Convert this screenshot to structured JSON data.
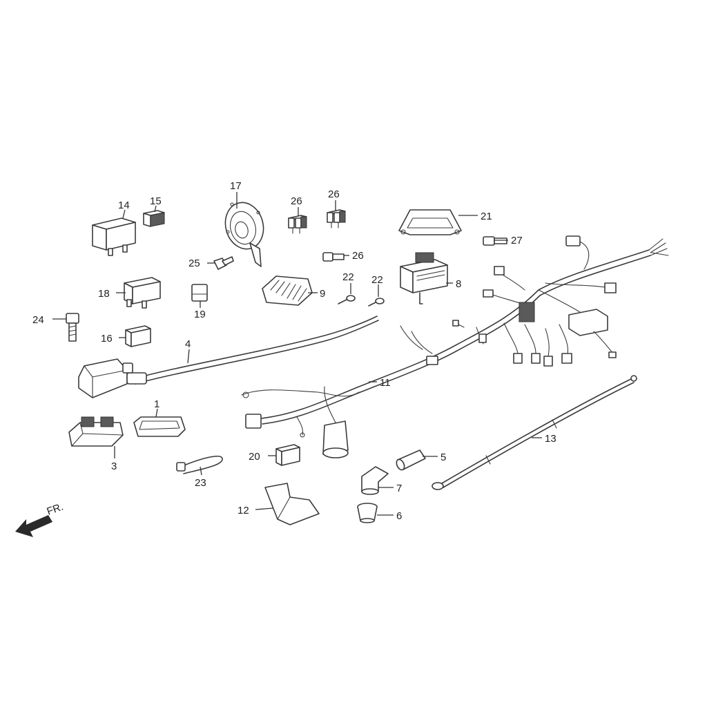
{
  "direction_label": "FR.",
  "part_numbers": {
    "p1": "1",
    "p3": "3",
    "p4": "4",
    "p5": "5",
    "p6": "6",
    "p7": "7",
    "p8": "8",
    "p9": "9",
    "p11": "11",
    "p12": "12",
    "p13": "13",
    "p14": "14",
    "p15": "15",
    "p16": "16",
    "p17": "17",
    "p18": "18",
    "p19": "19",
    "p20": "20",
    "p21": "21",
    "p22a": "22",
    "p22b": "22",
    "p23": "23",
    "p24": "24",
    "p25": "25",
    "p26a": "26",
    "p26b": "26",
    "p26c": "26",
    "p27": "27"
  }
}
